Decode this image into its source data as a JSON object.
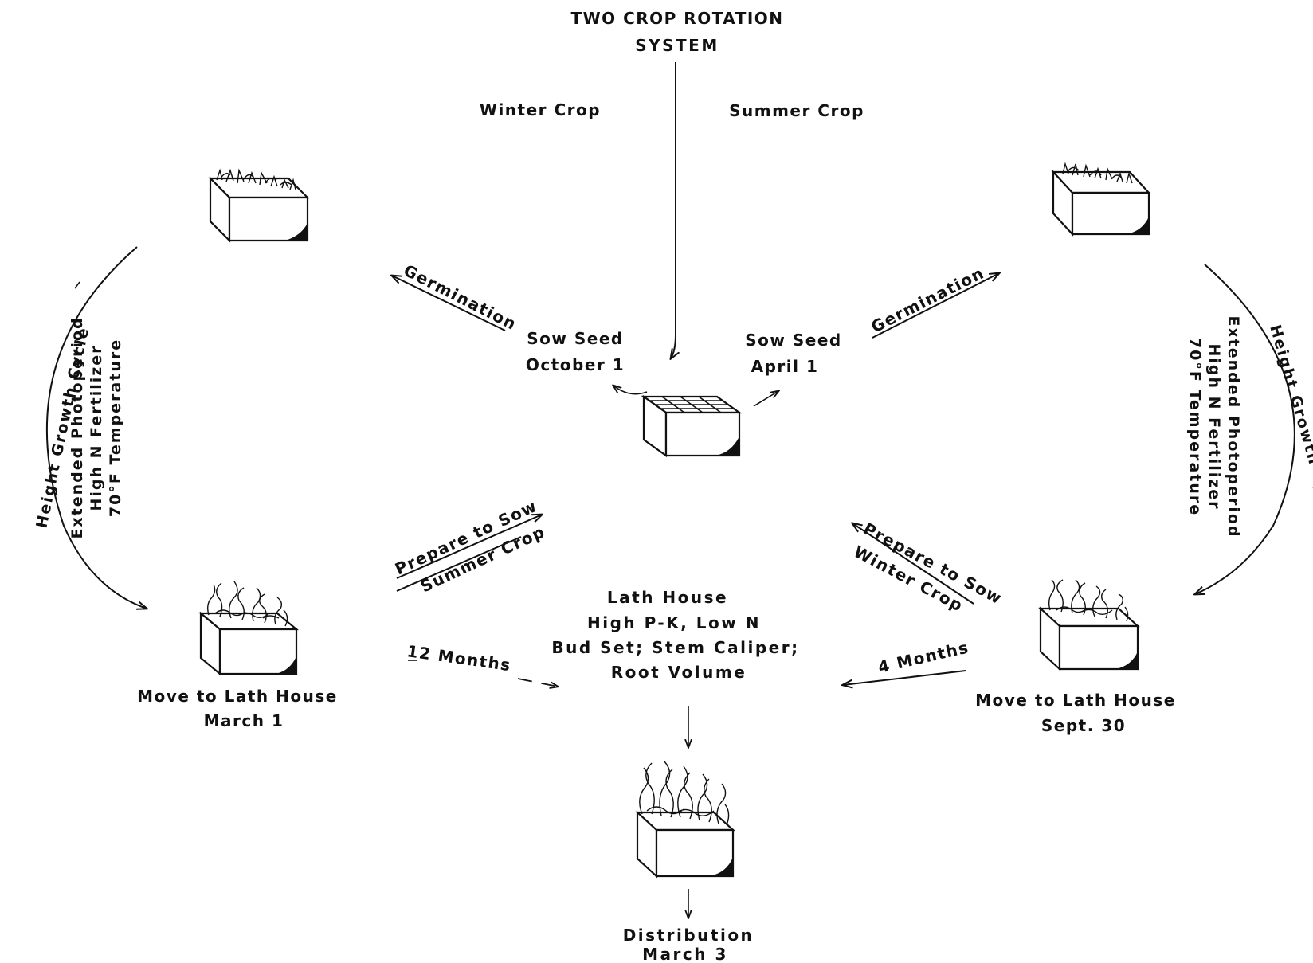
{
  "title": [
    "TWO CROP ROTATION",
    "SYSTEM"
  ],
  "crop_labels": {
    "winter": "Winter Crop",
    "summer": "Summer Crop"
  },
  "sow": {
    "winter": [
      "Sow Seed",
      "October 1"
    ],
    "summer": [
      "Sow Seed",
      "April 1"
    ]
  },
  "germination": {
    "left": "Germination",
    "right": "Germination"
  },
  "growth_conditions": {
    "left": [
      "Extended Photoperiod",
      "High N Fertilizer",
      "70°F Temperature"
    ],
    "right": [
      "Extended Photoperiod",
      "High N Fertilizer",
      "70°F Temperature"
    ]
  },
  "cycle_label": {
    "left": "Height Growth Cycle",
    "right": "Height Growth Cycle"
  },
  "move_to_lath": {
    "left": [
      "Move to Lath House",
      "March 1"
    ],
    "right": [
      "Move to Lath House",
      "Sept. 30"
    ]
  },
  "prepare": {
    "summer": [
      "Prepare to Sow",
      "Summer Crop"
    ],
    "winter": [
      "Prepare to Sow",
      "Winter Crop"
    ]
  },
  "durations": {
    "left": "12 Months",
    "right": "4 Months"
  },
  "lath_house": [
    "Lath House",
    "High P-K, Low N",
    "Bud Set; Stem Caliper;",
    "Root Volume"
  ],
  "distribution": [
    "Distribution",
    "March 3"
  ]
}
